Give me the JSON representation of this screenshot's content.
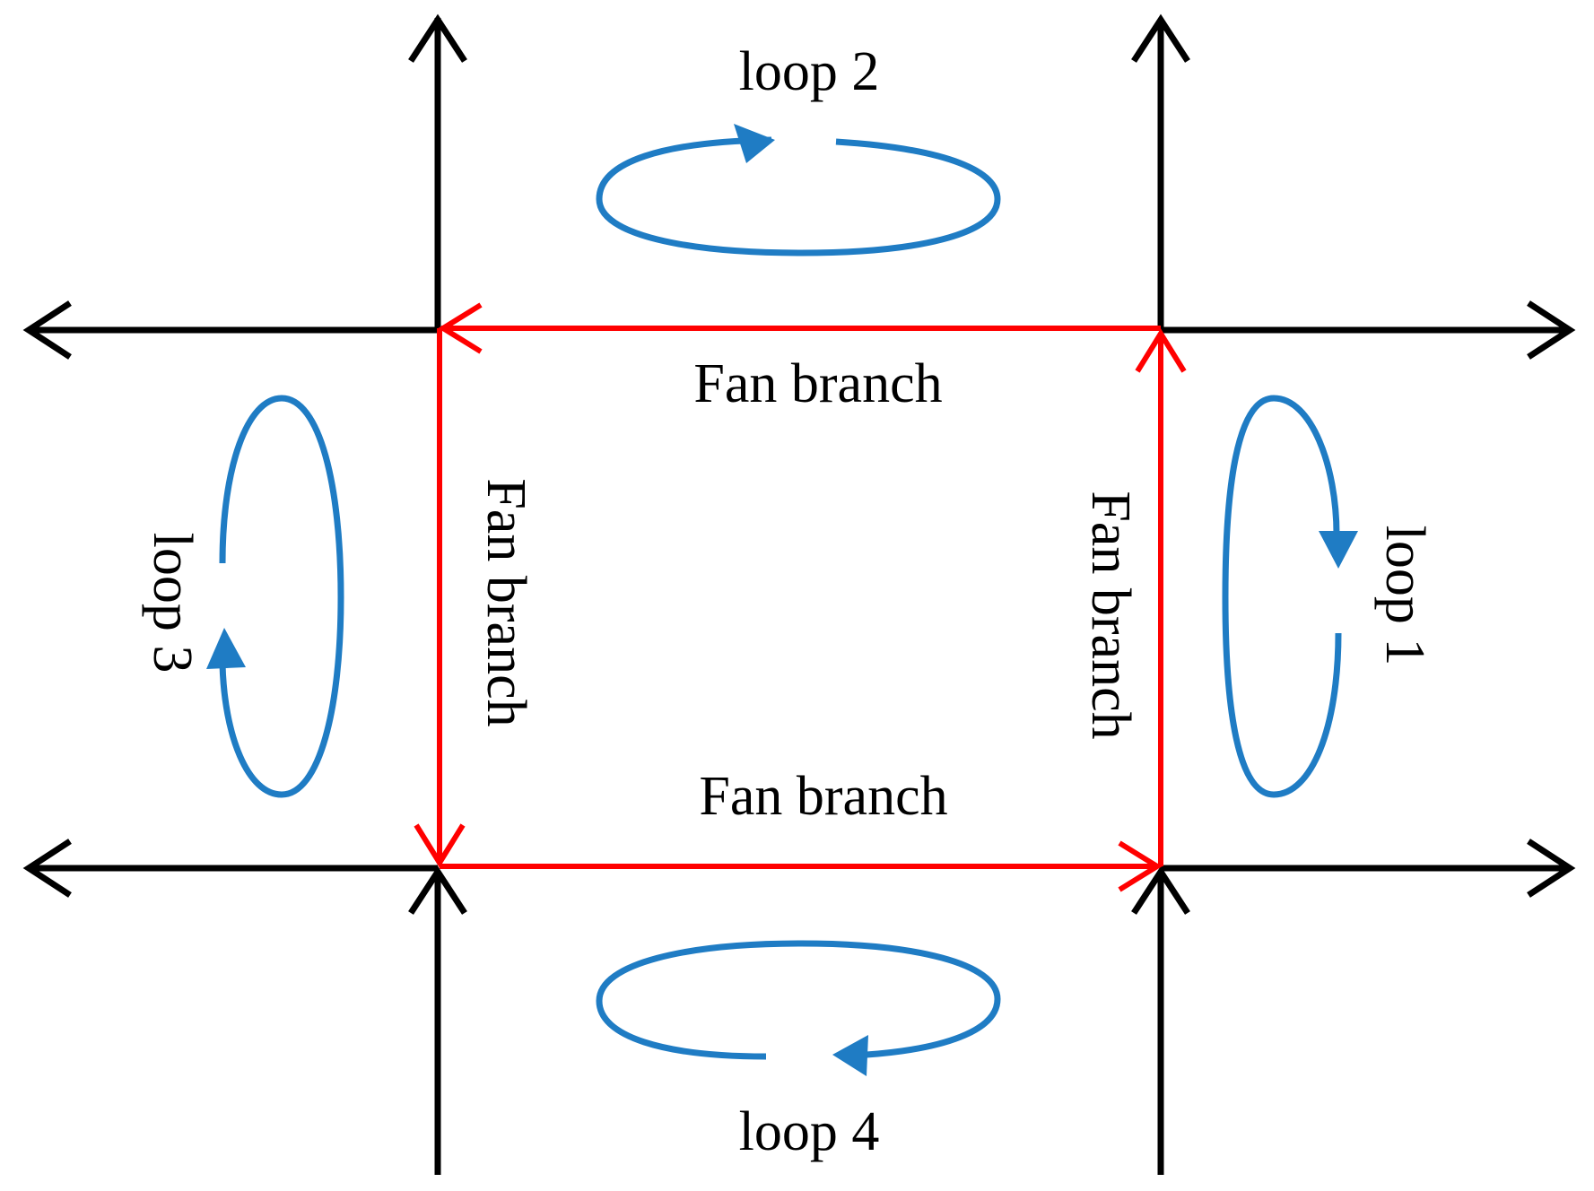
{
  "labels": {
    "loop1": "loop 1",
    "loop2": "loop 2",
    "loop3": "loop 3",
    "loop4": "loop 4",
    "fan_top": "Fan branch",
    "fan_bottom": "Fan branch",
    "fan_left": "Fan branch",
    "fan_right": "Fan branch"
  },
  "colors": {
    "airway": "#000000",
    "fan_branch": "#ff0000",
    "loop": "#1f7cc4",
    "background": "#ffffff"
  }
}
